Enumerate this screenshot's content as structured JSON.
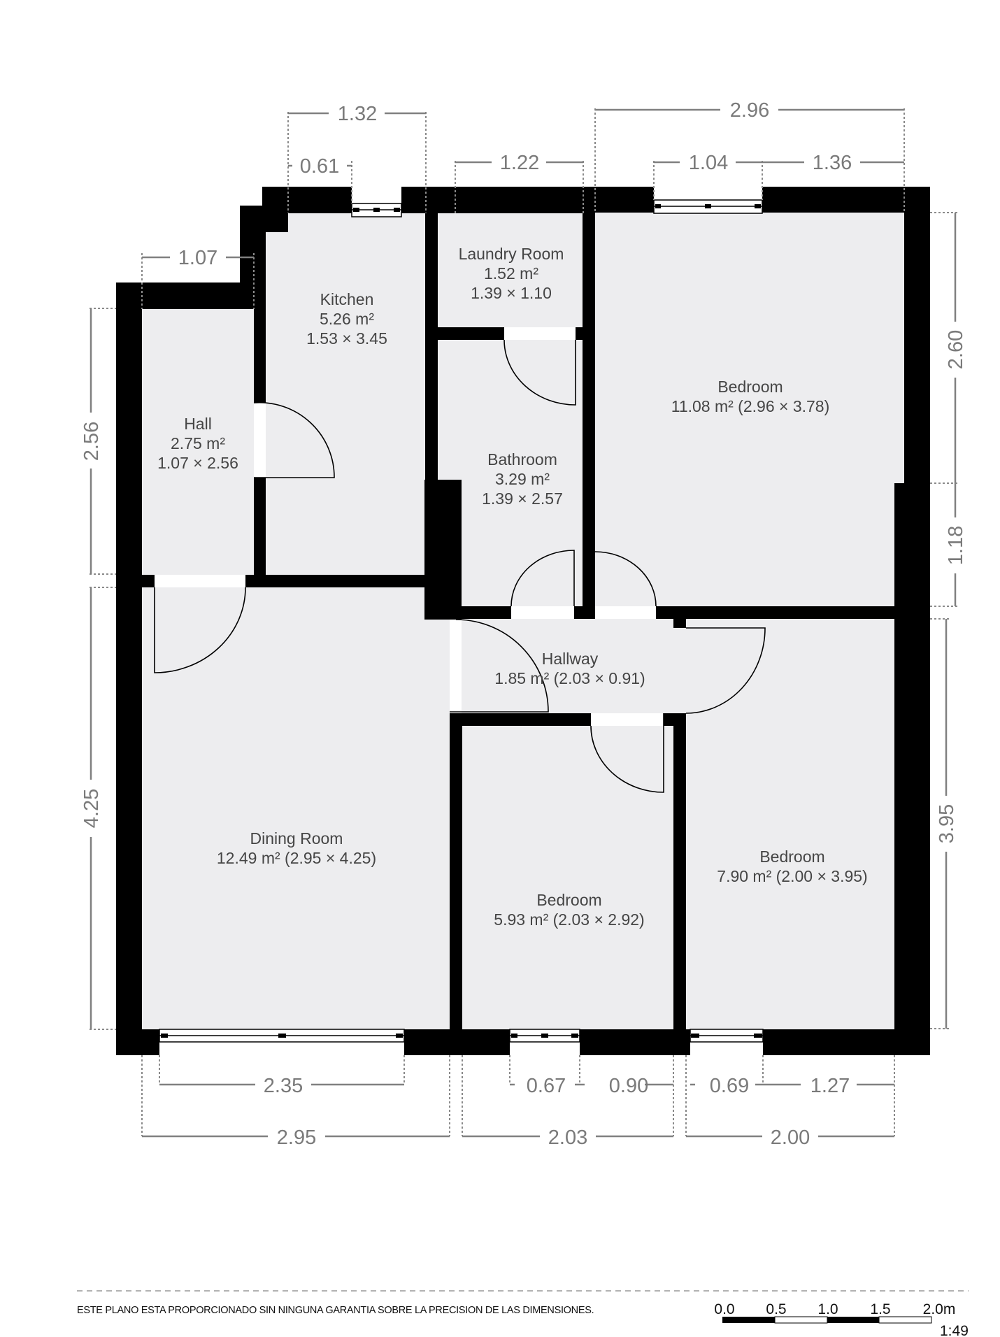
{
  "plan": {
    "rooms": [
      {
        "name": "Hall",
        "area": "2.75 m²",
        "dims": "1.07 × 2.56"
      },
      {
        "name": "Kitchen",
        "area": "5.26 m²",
        "dims": "1.53 × 3.45"
      },
      {
        "name": "Laundry Room",
        "area": "1.52 m²",
        "dims": "1.39 × 1.10"
      },
      {
        "name": "Bathroom",
        "area": "3.29 m²",
        "dims": "1.39 × 2.57"
      },
      {
        "name": "Bedroom",
        "line2": "11.08 m² (2.96 × 3.78)"
      },
      {
        "name": "Hallway",
        "line2": "1.85 m² (2.03 × 0.91)"
      },
      {
        "name": "Dining Room",
        "line2": "12.49 m² (2.95 × 4.25)"
      },
      {
        "name": "Bedroom",
        "line2": "5.93 m² (2.03 × 2.92)"
      },
      {
        "name": "Bedroom",
        "line2": "7.90 m² (2.00 × 3.95)"
      }
    ],
    "dimensions": {
      "top": [
        "1.32",
        "0.61",
        "1.22",
        "2.96",
        "1.04",
        "1.36",
        "1.07"
      ],
      "left": [
        "2.56",
        "4.25"
      ],
      "right": [
        "2.60",
        "1.18",
        "3.95"
      ],
      "bottom": [
        "2.35",
        "0.67",
        "0.90",
        "0.69",
        "1.27",
        "2.95",
        "2.03",
        "2.00"
      ]
    }
  },
  "footer": {
    "disclaimer": "ESTE PLANO ESTA PROPORCIONADO SIN NINGUNA GARANTIA SOBRE LA PRECISION DE LAS DIMENSIONES.",
    "scale_labels": [
      "0.0",
      "0.5",
      "1.0",
      "1.5",
      "2.0m"
    ],
    "scale_ratio": "1:49"
  },
  "colors": {
    "wall": "#000000",
    "floor": "#ededef",
    "dimension": "#7a7a7a",
    "label": "#454545"
  }
}
